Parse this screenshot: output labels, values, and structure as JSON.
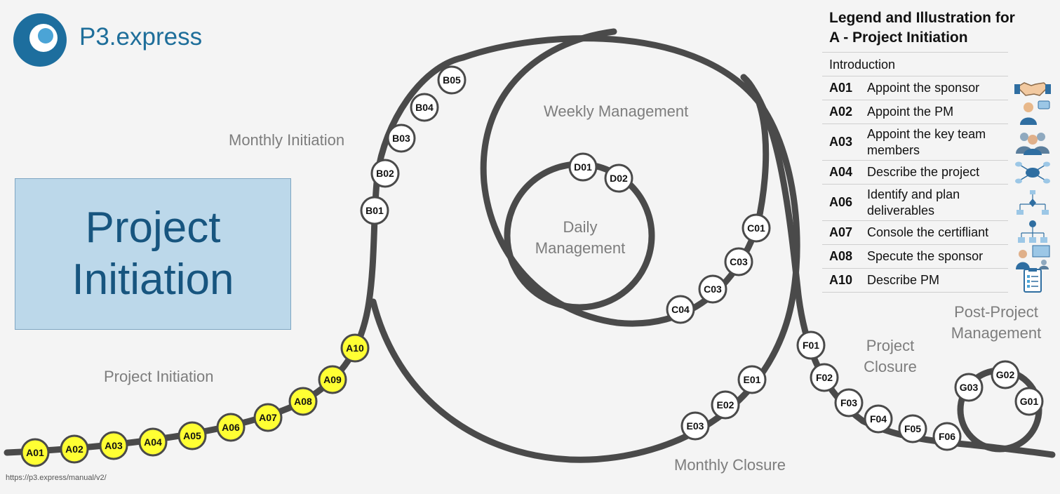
{
  "brand": {
    "name": "P3.express",
    "url": "https://p3.express/manual/v2/"
  },
  "title_box": {
    "text": "Project\nInitiation"
  },
  "phases": {
    "project_initiation": "Project Initiation",
    "monthly_initiation": "Monthly Initiation",
    "weekly_management": "Weekly Management",
    "daily_management": "Daily\nManagement",
    "monthly_closure": "Monthly Closure",
    "project_closure": "Project\nClosure",
    "post_project": "Post-Project\nManagement"
  },
  "nodes": [
    {
      "id": "A01",
      "highlight": true
    },
    {
      "id": "A02",
      "highlight": true
    },
    {
      "id": "A03",
      "highlight": true
    },
    {
      "id": "A04",
      "highlight": true
    },
    {
      "id": "A05",
      "highlight": true
    },
    {
      "id": "A06",
      "highlight": true
    },
    {
      "id": "A07",
      "highlight": true
    },
    {
      "id": "A08",
      "highlight": true
    },
    {
      "id": "A09",
      "highlight": true
    },
    {
      "id": "A10",
      "highlight": true
    },
    {
      "id": "B01"
    },
    {
      "id": "B02"
    },
    {
      "id": "B03"
    },
    {
      "id": "B04"
    },
    {
      "id": "B05"
    },
    {
      "id": "C01"
    },
    {
      "id": "C03"
    },
    {
      "id": "C03"
    },
    {
      "id": "C04"
    },
    {
      "id": "D01"
    },
    {
      "id": "D02"
    },
    {
      "id": "E01"
    },
    {
      "id": "E02"
    },
    {
      "id": "E03"
    },
    {
      "id": "F01"
    },
    {
      "id": "F02"
    },
    {
      "id": "F03"
    },
    {
      "id": "F04"
    },
    {
      "id": "F05"
    },
    {
      "id": "F06"
    },
    {
      "id": "G01"
    },
    {
      "id": "G02"
    },
    {
      "id": "G03"
    }
  ],
  "colors": {
    "highlight": "#ffff33",
    "node": "#ffffff",
    "track": "#4a4a4a",
    "phase_label": "#7d7d7d"
  },
  "legend": {
    "title": "Legend and Illustration for\nA - Project Initiation",
    "intro": "Introduction",
    "rows": [
      {
        "code": "A01",
        "text": "Appoint the sponsor",
        "icon": "handshake-icon"
      },
      {
        "code": "A02",
        "text": "Appoint the PM",
        "icon": "manager-icon"
      },
      {
        "code": "A03",
        "text": "Appoint the key team members",
        "icon": "team-icon"
      },
      {
        "code": "A04",
        "text": "Describe the project",
        "icon": "mind-map-icon"
      },
      {
        "code": "A06",
        "text": "Identify and plan deliverables",
        "icon": "flowchart-icon"
      },
      {
        "code": "A07",
        "text": "Console the certifliant",
        "icon": "org-chart-icon"
      },
      {
        "code": "A08",
        "text": "Specute the sponsor",
        "icon": "presentation-icon"
      },
      {
        "code": "A10",
        "text": "Describe PM",
        "icon": "checklist-icon"
      }
    ]
  }
}
